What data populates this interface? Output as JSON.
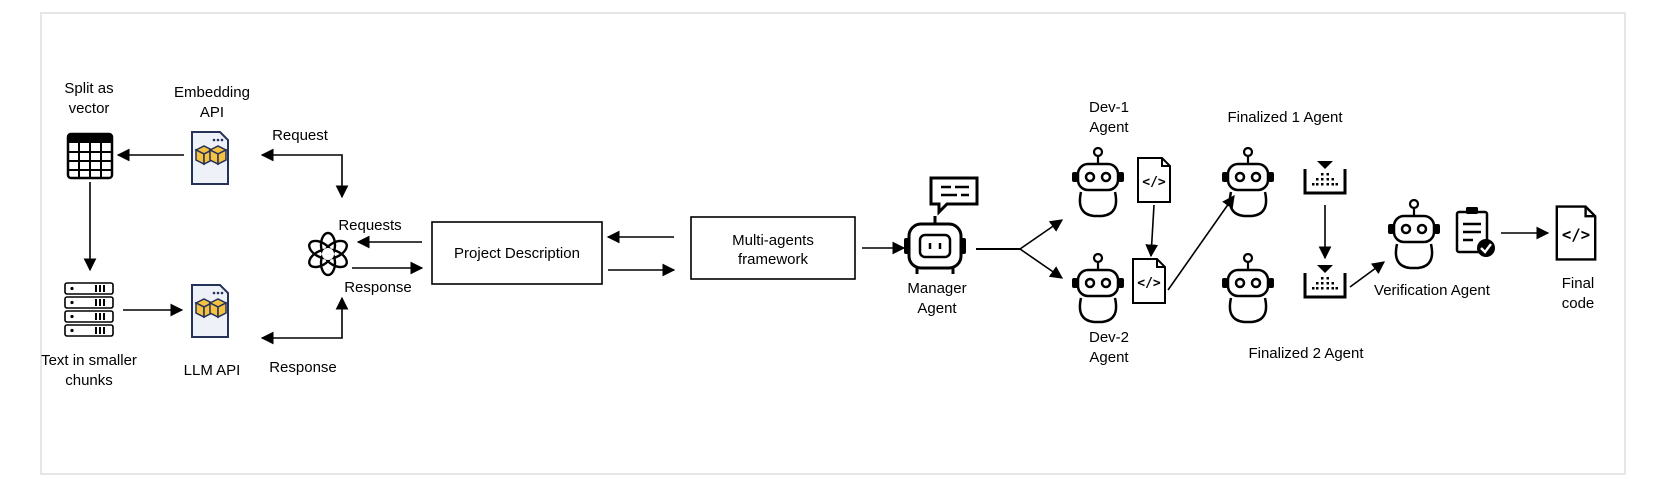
{
  "labels": {
    "split_as_vector": [
      "Split as",
      "vector"
    ],
    "embedding_api": [
      "Embedding",
      "API"
    ],
    "text_chunks": [
      "Text in smaller",
      "chunks"
    ],
    "llm_api": "LLM API",
    "request": "Request",
    "requests": "Requests",
    "response_mid": "Response",
    "response_bottom": "Response",
    "project_description": "Project Description",
    "multi_agents_framework": [
      "Multi-agents",
      "framework"
    ],
    "manager_agent": [
      "Manager",
      "Agent"
    ],
    "dev1_agent": [
      "Dev-1",
      "Agent"
    ],
    "dev2_agent": [
      "Dev-2",
      "Agent"
    ],
    "finalized1_agent": "Finalized 1 Agent",
    "finalized2_agent": "Finalized 2 Agent",
    "verification_agent": "Verification Agent",
    "final_code": [
      "Final",
      "code"
    ]
  },
  "icons": {
    "grid": "table-grid-icon",
    "embedding": "api-document-icon",
    "llm": "api-document-icon",
    "chunks": "server-stack-icon",
    "openai": "openai-logo-icon",
    "manager": "robot-chat-icon",
    "dev_robot": "robot-icon",
    "code_file": "code-file-icon",
    "merge_box": "merge-inbox-icon",
    "checklist": "checklist-approved-icon"
  }
}
